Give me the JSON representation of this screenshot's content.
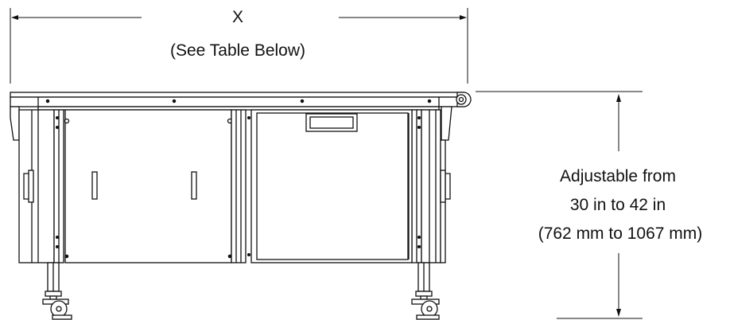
{
  "width_dimension": {
    "label": "X",
    "note": "(See Table Below)"
  },
  "height_dimension": {
    "line1": "Adjustable from",
    "line2": "30 in to 42 in",
    "line3": "(762 mm to 1067 mm)"
  },
  "colors": {
    "line": "#111111",
    "fill": "#ffffff"
  }
}
